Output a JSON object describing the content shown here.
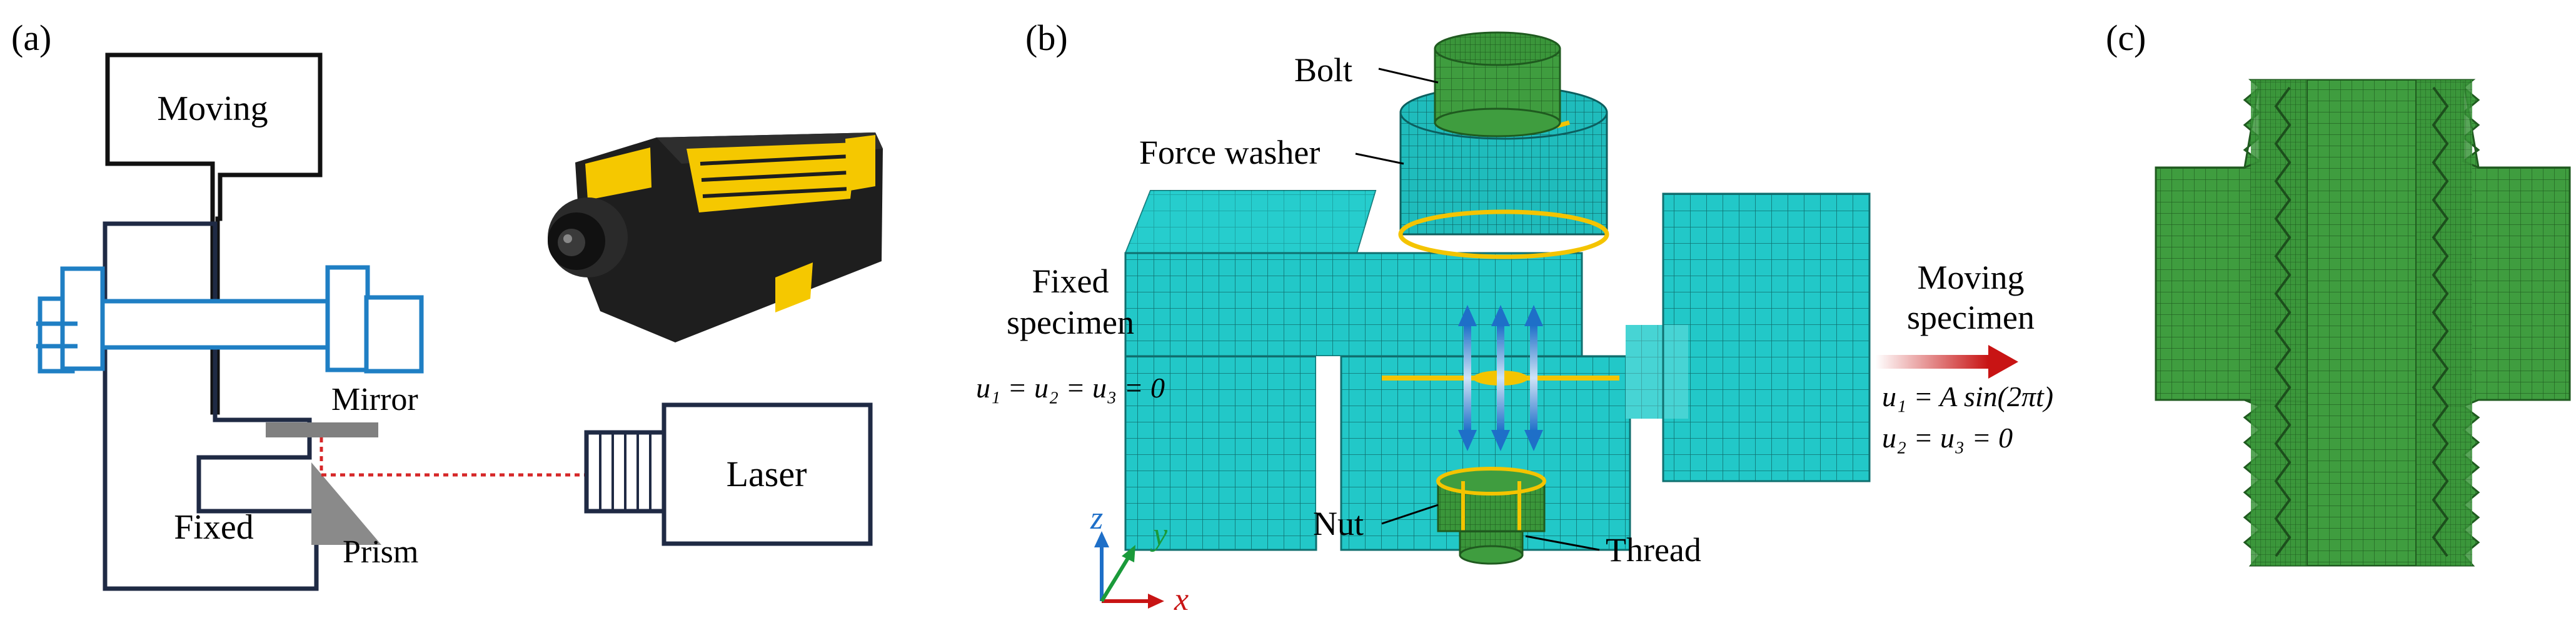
{
  "panels": {
    "a": {
      "tag": "(a)",
      "moving": "Moving",
      "fixed": "Fixed",
      "mirror": "Mirror",
      "prism": "Prism",
      "laser": "Laser"
    },
    "b": {
      "tag": "(b)",
      "bolt": "Bolt",
      "force_washer": "Force washer",
      "fixed_specimen_1": "Fixed",
      "fixed_specimen_2": "specimen",
      "fixed_bc": "u₁ = u₂ = u₃ = 0",
      "moving_specimen_1": "Moving",
      "moving_specimen_2": "specimen",
      "moving_bc_1": "u₁ = A sin(2πt)",
      "moving_bc_2": "u₂ = u₃ = 0",
      "nut": "Nut",
      "thread": "Thread",
      "axis_x": "x",
      "axis_y": "y",
      "axis_z": "z"
    },
    "c": {
      "tag": "(c)"
    }
  },
  "colors": {
    "outline_dark": "#111111",
    "outline_navy": "#1f2a44",
    "bolt_blue": "#1f7fc4",
    "mirror_gray": "#808080",
    "laser_beam": "#d62728",
    "mesh_cyan": "#21c6c6",
    "mesh_green": "#3d9b3d",
    "bolt_yellow": "#f4c400",
    "arrow_blue": "#1e6fc8",
    "arrow_red": "#c81414",
    "axis_blue": "#1e6fc8",
    "axis_green": "#1a9a3a",
    "axis_red": "#c81414",
    "sensor_body": "#1d1d1d",
    "sensor_yellow": "#f5c800"
  }
}
